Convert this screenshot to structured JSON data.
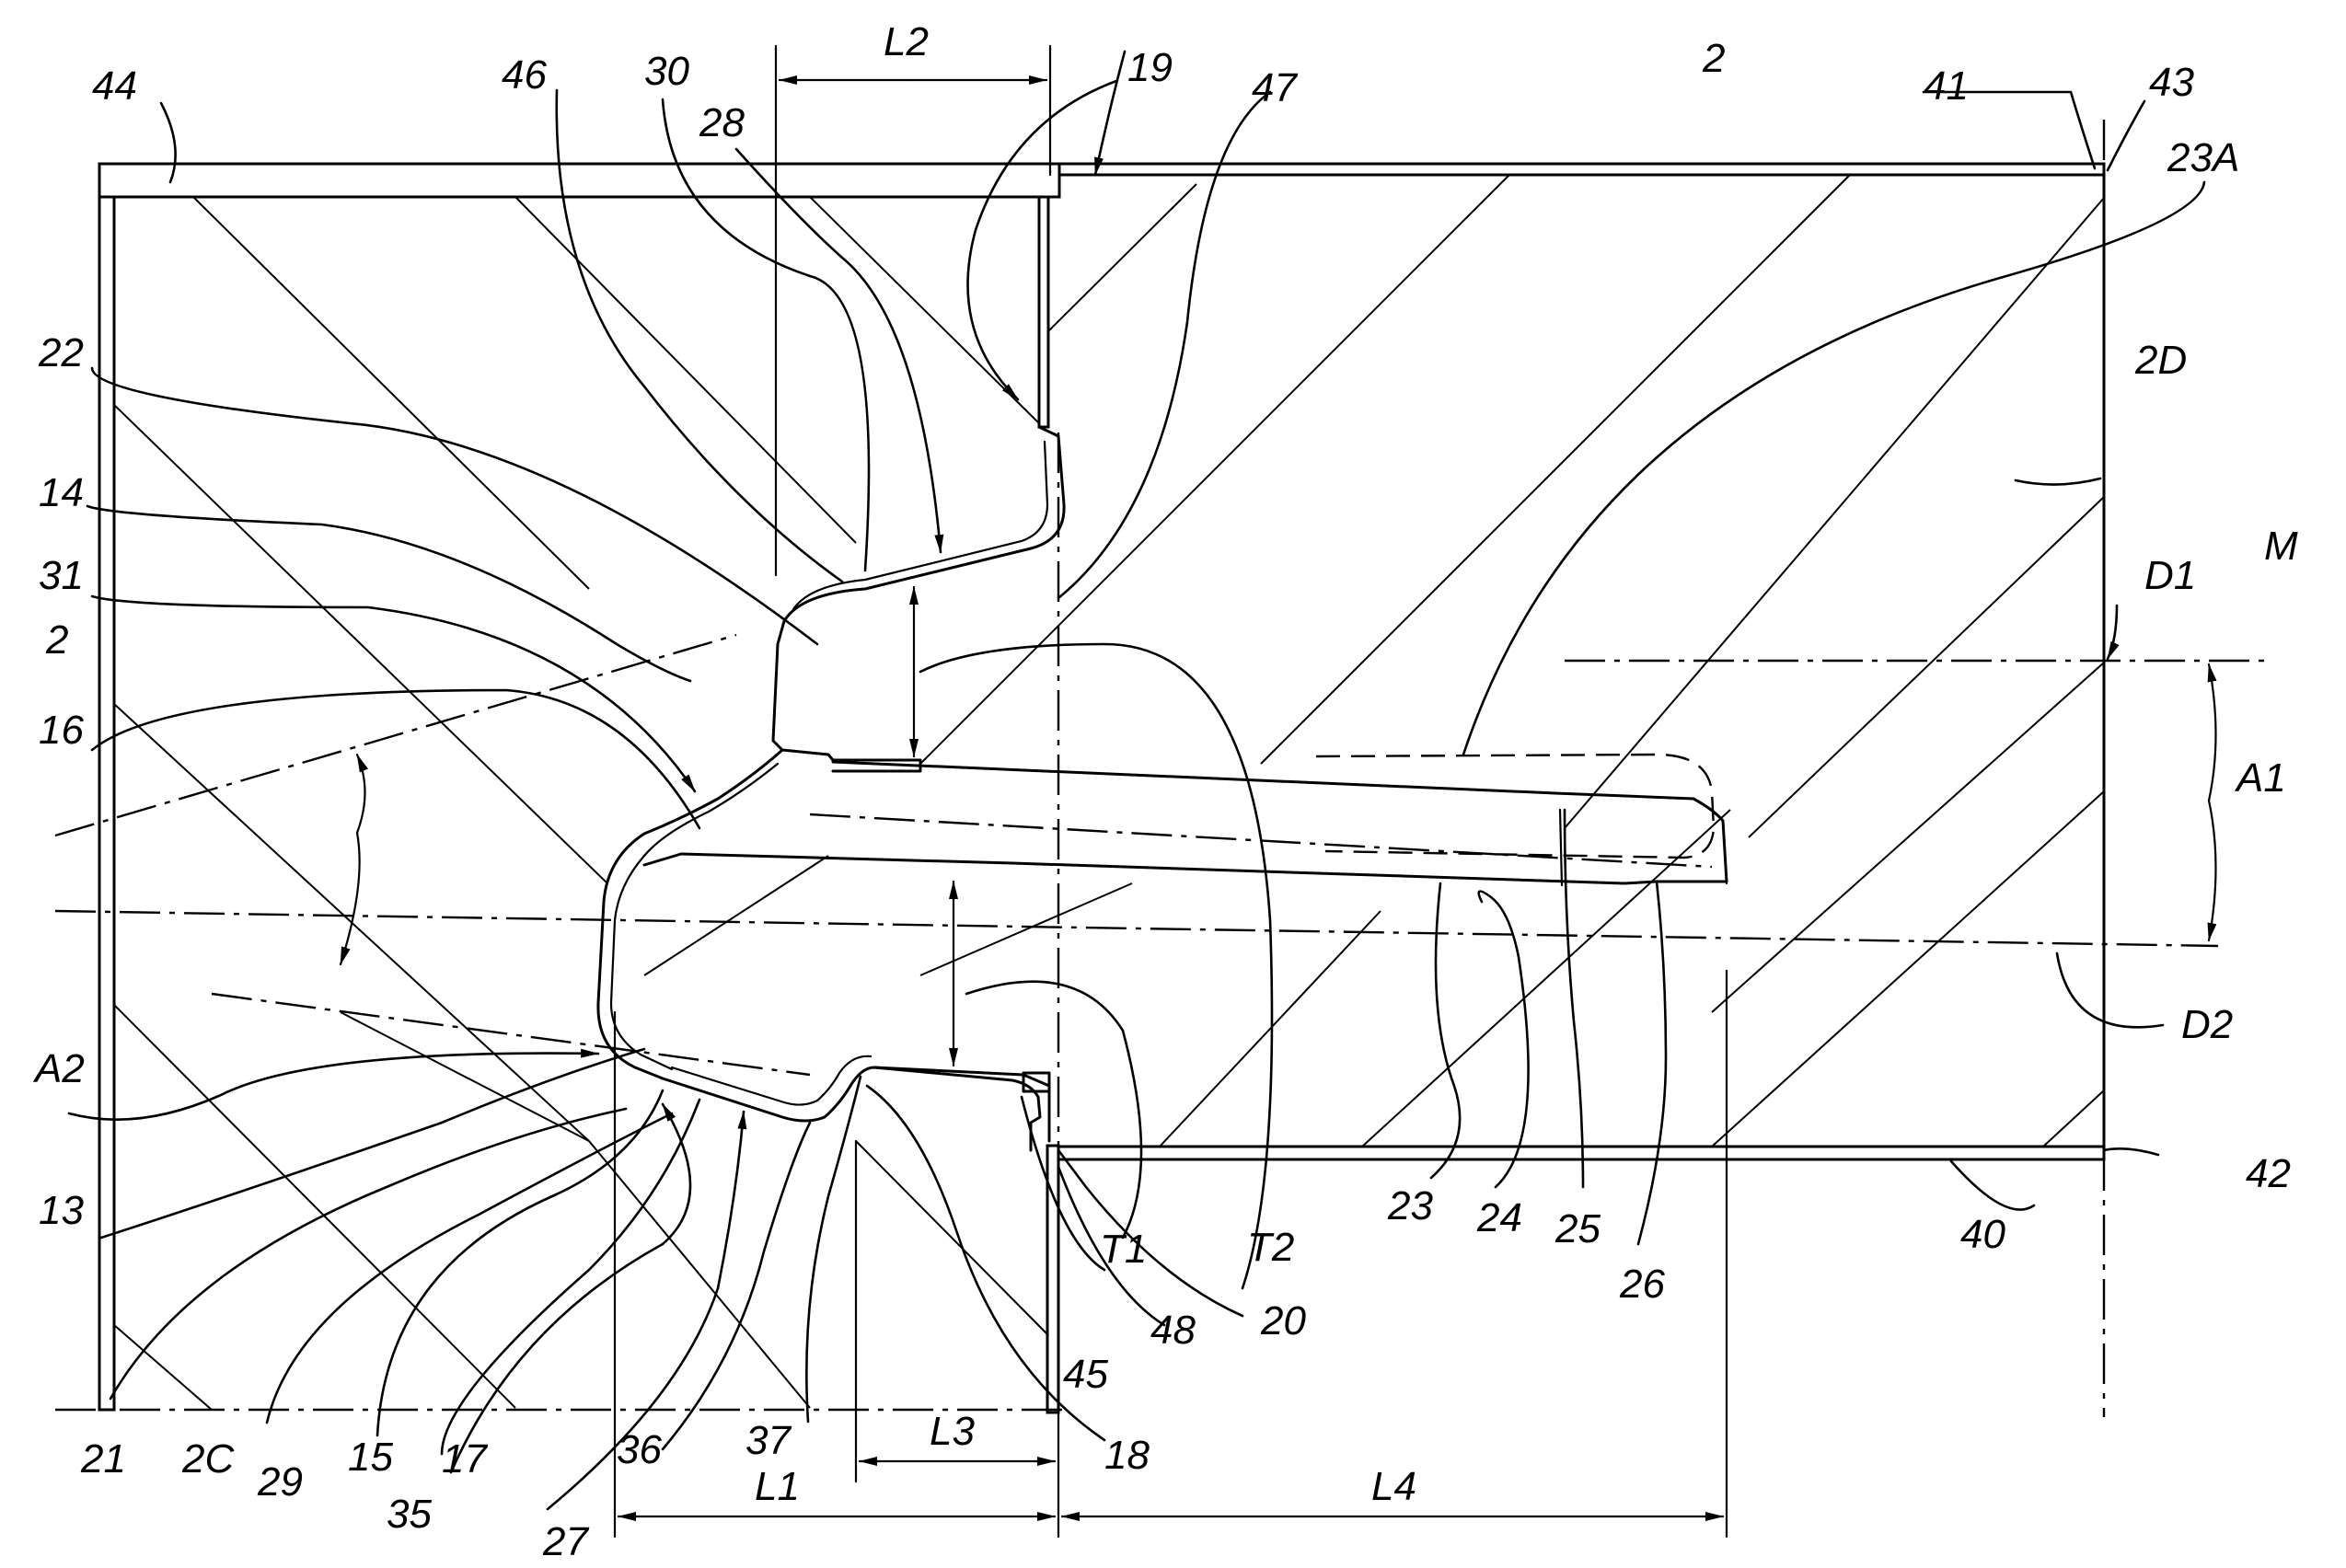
{
  "labels": {
    "l2": "2",
    "l2top": "2",
    "l2c": "2C",
    "l2d": "2D",
    "l13": "13",
    "l14": "14",
    "l15": "15",
    "l16": "16",
    "l17": "17",
    "l18": "18",
    "l19": "19",
    "l20": "20",
    "l21": "21",
    "l22": "22",
    "l23": "23",
    "l23a": "23A",
    "l24": "24",
    "l25": "25",
    "l26": "26",
    "l27": "27",
    "l28": "28",
    "l29": "29",
    "l30": "30",
    "l31": "31",
    "l35": "35",
    "l36": "36",
    "l37": "37",
    "l40": "40",
    "l41": "41",
    "l42": "42",
    "l43": "43",
    "l44": "44",
    "l45": "45",
    "l46": "46",
    "l47": "47",
    "l48": "48",
    "a1": "A1",
    "a2": "A2",
    "d1": "D1",
    "d2": "D2",
    "m": "M",
    "t1": "T1",
    "t2": "T2",
    "dim_l1": "L1",
    "dim_l2": "L2",
    "dim_l3": "L3",
    "dim_l4": "L4"
  }
}
